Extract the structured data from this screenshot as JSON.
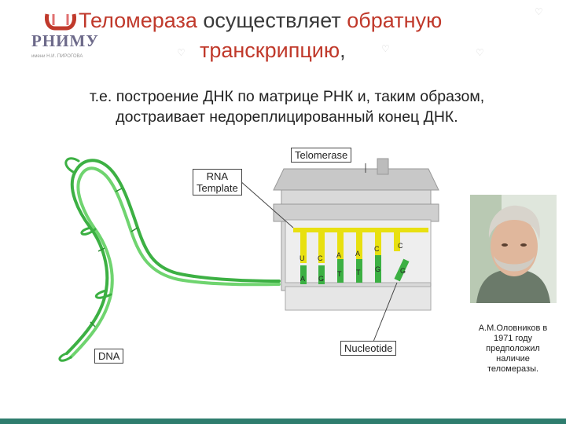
{
  "logo": {
    "name": "РНИМУ",
    "subtitle": "имени Н.И. ПИРОГОВА"
  },
  "title": {
    "line1_part1": "Теломераза",
    "line1_part2": " осуществляет ",
    "line1_part3": "обратную",
    "line2_part1": "транскрипцию",
    "line2_part2": ","
  },
  "subtitle": {
    "line1": "т.е. построение ДНК по матрице РНК и, таким образом,",
    "line2": "достраивает недореплицированный конец ДНК."
  },
  "diagram": {
    "telomerase_label": "Telomerase",
    "rna_template_line1": "RNA",
    "rna_template_line2": "Template",
    "nucleotide_label": "Nucleotide",
    "dna_label": "DNA",
    "template_letters": [
      "U",
      "C",
      "A",
      "A",
      "C",
      "C"
    ],
    "dna_letters": [
      "A",
      "G",
      "T",
      "T",
      "G",
      "G"
    ]
  },
  "caption": {
    "line1": "А.М.Оловников в",
    "line2": "1971 году",
    "line3": "предположил",
    "line4": "наличие",
    "line5": "теломеразы."
  },
  "colors": {
    "accent": "#c0392b",
    "dna_green": "#3cb043",
    "template_yellow": "#e8e010",
    "bar": "#2e7d6e"
  }
}
